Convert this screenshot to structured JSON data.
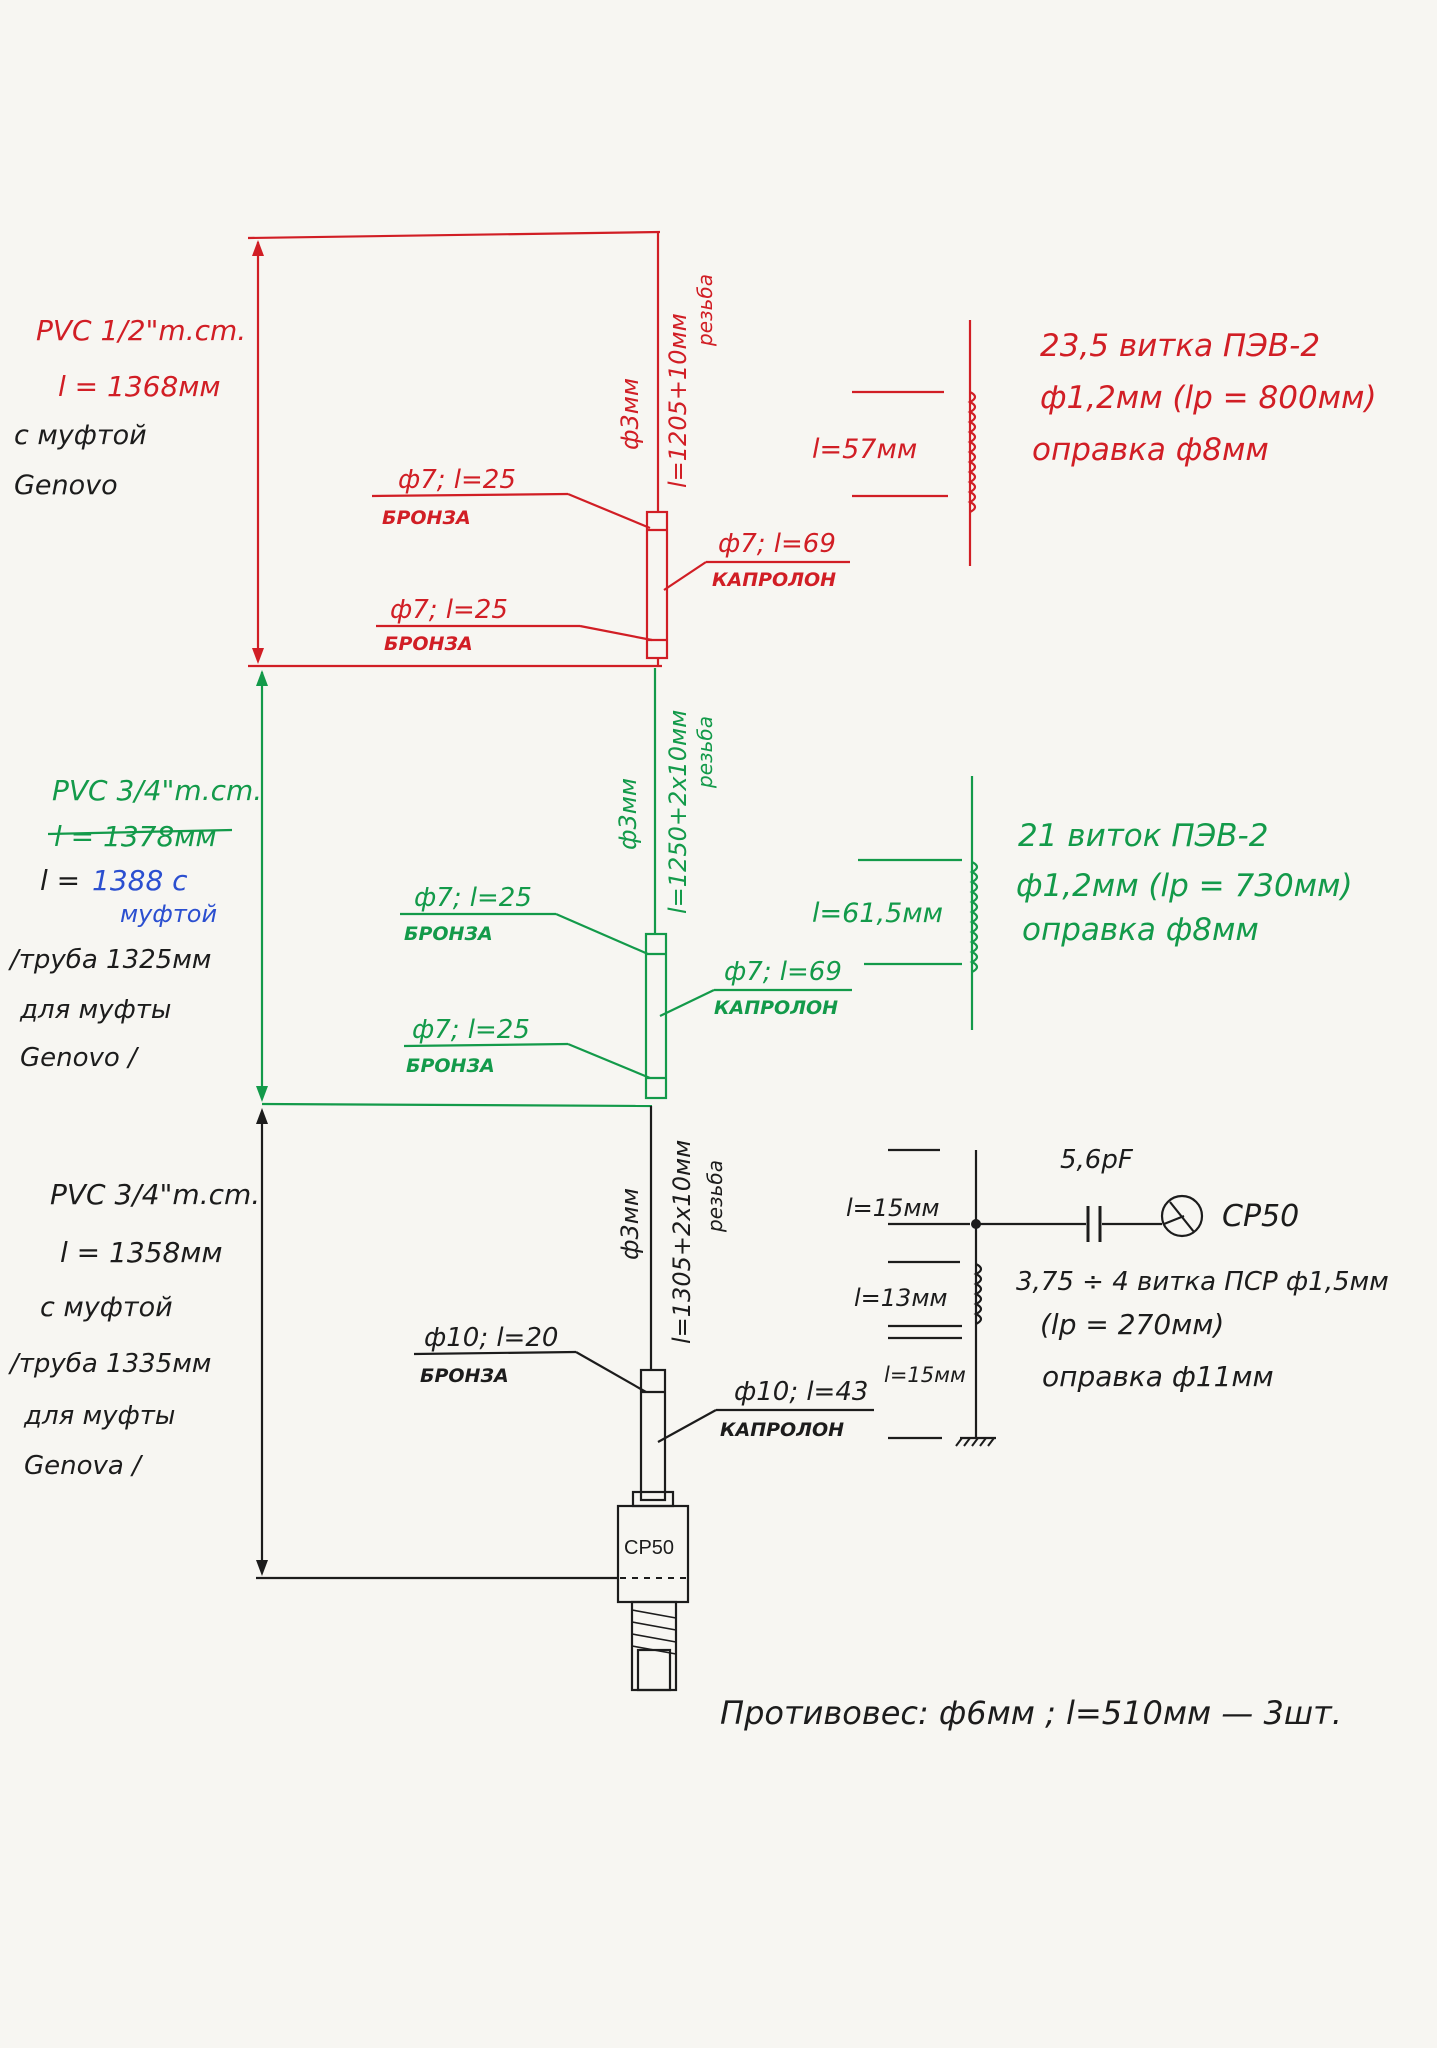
{
  "colors": {
    "red": "#d11e25",
    "green": "#139a4a",
    "blue": "#2b4fd0",
    "black": "#1c1c1c",
    "paper": "#f7f6f2"
  },
  "upper_section": {
    "pvc": "PVC 1/2\"m.cm.",
    "length": "l = 1368мм",
    "note_1": "с муфтой",
    "note_2": "Genovo",
    "wire_diameter": "ф3мм",
    "wire_length": "l=1205+10мм",
    "thread": "резьба",
    "bronze_top_dim": "ф7; l=25",
    "bronze_top_mat": "БРОНЗА",
    "bronze_bottom_dim": "ф7; l=25",
    "bronze_bottom_mat": "БРОНЗА",
    "kapron_dim": "ф7; l=69",
    "kapron_mat": "КАПРОЛОН",
    "coil_length": "l=57мм",
    "coil_turns": "23,5 витка ПЭВ-2",
    "coil_wire": "ф1,2мм (lр = 800мм)",
    "coil_form": "оправка ф8мм"
  },
  "middle_section": {
    "pvc": "PVC 3/4\"m.cm.",
    "length_old": "l = 1378мм",
    "length_prefix": "l =",
    "length_new": "1388 с",
    "length_new_2": "муфтой",
    "tube_note_1": "/труба 1325мм",
    "tube_note_2": "для муфты",
    "tube_note_3": "Genovo /",
    "wire_diameter": "ф3мм",
    "wire_length": "l=1250+2x10мм",
    "thread": "резьба",
    "bronze_top_dim": "ф7; l=25",
    "bronze_top_mat": "БРОНЗА",
    "bronze_bottom_dim": "ф7; l=25",
    "bronze_bottom_mat": "БРОНЗА",
    "kapron_dim": "ф7; l=69",
    "kapron_mat": "КАПРОЛОН",
    "coil_length": "l=61,5мм",
    "coil_turns": "21 виток ПЭВ-2",
    "coil_wire": "ф1,2мм (lр = 730мм)",
    "coil_form": "оправка ф8мм"
  },
  "lower_section": {
    "pvc": "PVC 3/4\"m.cm.",
    "length": "l = 1358мм",
    "note_1": "с муфтой",
    "tube_note_1": "/труба 1335мм",
    "tube_note_2": "для муфты",
    "tube_note_3": "Genova /",
    "wire_diameter": "ф3мм",
    "wire_length": "l=1305+2x10мм",
    "thread": "резьба",
    "bronze_dim": "ф10; l=20",
    "bronze_mat": "БРОНЗА",
    "kapron_dim": "ф10; l=43",
    "kapron_mat": "КАПРОЛОН",
    "connector": "CP50"
  },
  "matching": {
    "capacitor": "5,6pF",
    "connector": "CP50",
    "tap_top": "l=15мм",
    "tap_mid": "l=13мм",
    "tap_bottom": "l=15мм",
    "coil_turns": "3,75 ÷ 4 витка ПСР ф1,5мм",
    "coil_wire": "(lр = 270мм)",
    "coil_form": "оправка ф11мм"
  },
  "footer": {
    "counterweight": "Противовес: ф6мм ; l=510мм — 3шт."
  }
}
